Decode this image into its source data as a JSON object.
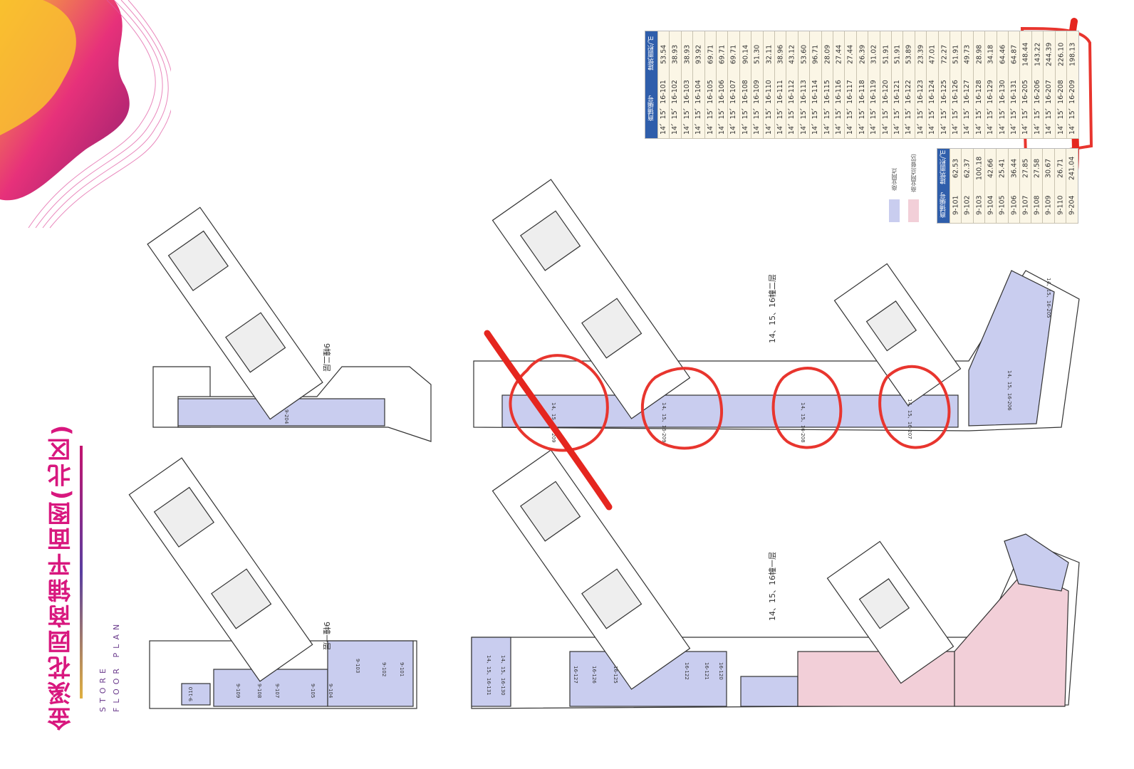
{
  "title": "金溪花园商铺平面图(北区)",
  "subtitle_line1": "STORE",
  "subtitle_line2": "FLOOR PLAN",
  "colors": {
    "accent": "#d8177e",
    "table_header": "#2f5eab",
    "shop": "#c9cdef",
    "shop_food": "#f2cfd8",
    "annotation": "#e8352e"
  },
  "legend": [
    {
      "label": "商业网点",
      "color": "#c9cdef"
    },
    {
      "label": "商业网点(餐饮)",
      "color": "#f2cfd8"
    }
  ],
  "main_table": {
    "header_id": "商铺编号",
    "header_area": "建筑面积/㎡",
    "rows": [
      {
        "id": "14、15、16-101",
        "area": "53.54"
      },
      {
        "id": "14、15、16-102",
        "area": "38.93"
      },
      {
        "id": "14、15、16-103",
        "area": "38.93"
      },
      {
        "id": "14、15、16-104",
        "area": "93.92"
      },
      {
        "id": "14、15、16-105",
        "area": "69.71"
      },
      {
        "id": "14、15、16-106",
        "area": "69.71"
      },
      {
        "id": "14、15、16-107",
        "area": "69.71"
      },
      {
        "id": "14、15、16-108",
        "area": "90.14"
      },
      {
        "id": "14、15、16-109",
        "area": "51.30"
      },
      {
        "id": "14、15、16-110",
        "area": "32.11"
      },
      {
        "id": "14、15、16-111",
        "area": "38.96"
      },
      {
        "id": "14、15、16-112",
        "area": "43.12"
      },
      {
        "id": "14、15、16-113",
        "area": "53.60"
      },
      {
        "id": "14、15、16-114",
        "area": "96.71"
      },
      {
        "id": "14、15、16-115",
        "area": "28.09"
      },
      {
        "id": "14、15、16-116",
        "area": "27.44"
      },
      {
        "id": "14、15、16-117",
        "area": "27.44"
      },
      {
        "id": "14、15、16-118",
        "area": "26.39"
      },
      {
        "id": "14、15、16-119",
        "area": "31.02"
      },
      {
        "id": "14、15、16-120",
        "area": "51.91"
      },
      {
        "id": "14、15、16-121",
        "area": "51.91"
      },
      {
        "id": "14、15、16-122",
        "area": "53.89"
      },
      {
        "id": "14、15、16-123",
        "area": "23.39"
      },
      {
        "id": "14、15、16-124",
        "area": "47.01"
      },
      {
        "id": "14、15、16-125",
        "area": "72.27"
      },
      {
        "id": "14、15、16-126",
        "area": "51.91"
      },
      {
        "id": "14、15、16-127",
        "area": "49.73"
      },
      {
        "id": "14、15、16-128",
        "area": "28.98"
      },
      {
        "id": "14、15、16-129",
        "area": "34.18"
      },
      {
        "id": "14、15、16-130",
        "area": "64.46"
      },
      {
        "id": "14、15、16-131",
        "area": "64.87"
      },
      {
        "id": "14、15、16-205",
        "area": "148.44"
      },
      {
        "id": "14、15、16-206",
        "area": "143.22"
      },
      {
        "id": "14、15、16-207",
        "area": "244.39"
      },
      {
        "id": "14、15、16-208",
        "area": "226.10"
      },
      {
        "id": "14、15、16-209",
        "area": "198.13"
      }
    ]
  },
  "small_table": {
    "header_id": "商铺编号",
    "header_area": "建筑面积/㎡",
    "rows": [
      {
        "id": "9-101",
        "area": "62.53"
      },
      {
        "id": "9-102",
        "area": "62.37"
      },
      {
        "id": "9-103",
        "area": "100.18"
      },
      {
        "id": "9-104",
        "area": "42.66"
      },
      {
        "id": "9-105",
        "area": "25.41"
      },
      {
        "id": "9-106",
        "area": "36.44"
      },
      {
        "id": "9-107",
        "area": "27.85"
      },
      {
        "id": "9-108",
        "area": "27.58"
      },
      {
        "id": "9-109",
        "area": "30.67"
      },
      {
        "id": "9-110",
        "area": "26.71"
      },
      {
        "id": "9-204",
        "area": "241.04"
      }
    ]
  },
  "plans": {
    "b9_2f": "9幢二层",
    "b141516_2f": "14、15、16幢二层",
    "b9_1f": "9幢一层",
    "b141516_1f": "14、15、16幢一层"
  },
  "units": {
    "u9204": "9-204",
    "u209": "14、15、16-209",
    "u208": "14、15、16-208",
    "u207": "14、15、16-207",
    "u206": "14、15、16-206",
    "u205": "14、15、16-205",
    "u9101": "9-101",
    "u9102": "9-102",
    "u9103": "9-103",
    "u9104": "9-104",
    "u9105": "9-105",
    "u9107": "9-107",
    "u9108": "9-108",
    "u9109": "9-109",
    "u9110": "9-110",
    "u131": "14、15、16-131",
    "u130": "14、15、16-130",
    "u127": "16-127",
    "u126": "16-126",
    "u125": "16-125",
    "u122": "16-122",
    "u121": "16-121",
    "u120": "16-120"
  }
}
